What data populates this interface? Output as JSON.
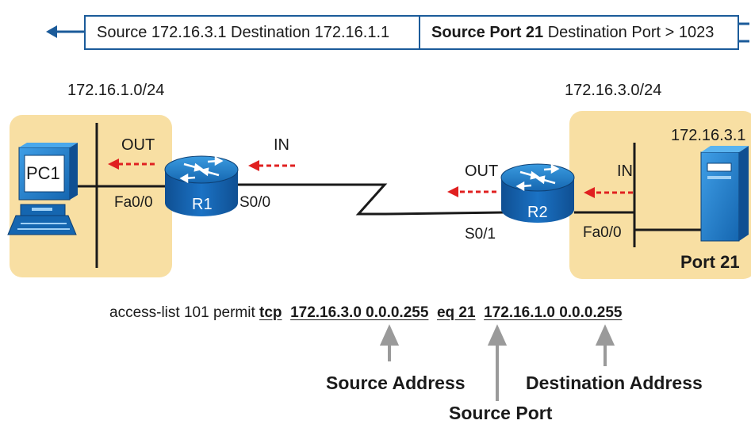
{
  "header": {
    "segment1": "Source 172.16.3.1 Destination 172.16.1.1",
    "segment2_bold": "Source Port 21",
    "segment2_rest": "Destination Port > 1023"
  },
  "networks": {
    "left_subnet": "172.16.1.0/24",
    "right_subnet": "172.16.3.0/24"
  },
  "devices": {
    "pc1": "PC1",
    "r1": "R1",
    "r2": "R2",
    "server_ip": "172.16.3.1",
    "server_port": "Port 21"
  },
  "interfaces": {
    "r1_lan": "Fa0/0",
    "r1_wan": "S0/0",
    "r2_wan": "S0/1",
    "r2_lan": "Fa0/0"
  },
  "directions": {
    "r1_out": "OUT",
    "r1_in": "IN",
    "r2_out": "OUT",
    "r2_in": "IN"
  },
  "acl": {
    "prefix": "access-list 101 permit",
    "protocol": "tcp",
    "source": "172.16.3.0 0.0.0.255",
    "port": "eq 21",
    "destination": "172.16.1.0 0.0.0.255"
  },
  "captions": {
    "source_address": "Source Address",
    "source_port": "Source Port",
    "destination_address": "Destination Address"
  },
  "colors": {
    "lan_fill": "#f8dfa3",
    "router_blue": "#1566b0",
    "header_border": "#1b5b9a",
    "direction_arrow": "#e02020",
    "pointer_gray": "#9a9a9a"
  }
}
